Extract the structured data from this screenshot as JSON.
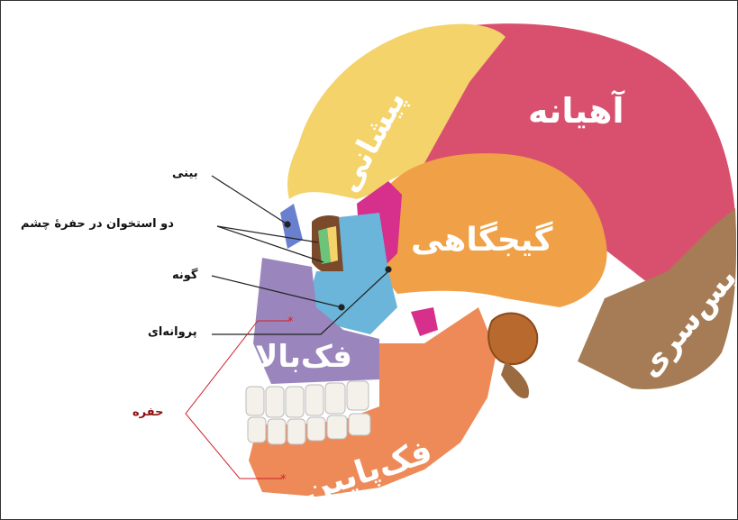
{
  "bones": {
    "frontal": "پیشانی",
    "parietal": "آهیانه",
    "temporal": "گیجگاهی",
    "occipital": "پس‌سری",
    "maxilla": "فک‌بالا",
    "mandible": "فک‌پایین"
  },
  "callouts": {
    "nasal": "بینی",
    "orbit_bones": "دو استخوان در حفرهٔ چشم",
    "zygomatic": "گونه",
    "sphenoid": "پروانه‌ای",
    "sinus": "حفره"
  },
  "colors": {
    "frontal": "#f3d36a",
    "parietal": "#d9506e",
    "temporal": "#f0a046",
    "occipital": "#a57c55",
    "maxilla": "#9a86bd",
    "mandible": "#ee8a58",
    "zygomatic": "#6ab5d9",
    "sphenoid": "#d62f8c",
    "nasal": "#6a7fce",
    "sinus_marker": "#d0202a"
  }
}
